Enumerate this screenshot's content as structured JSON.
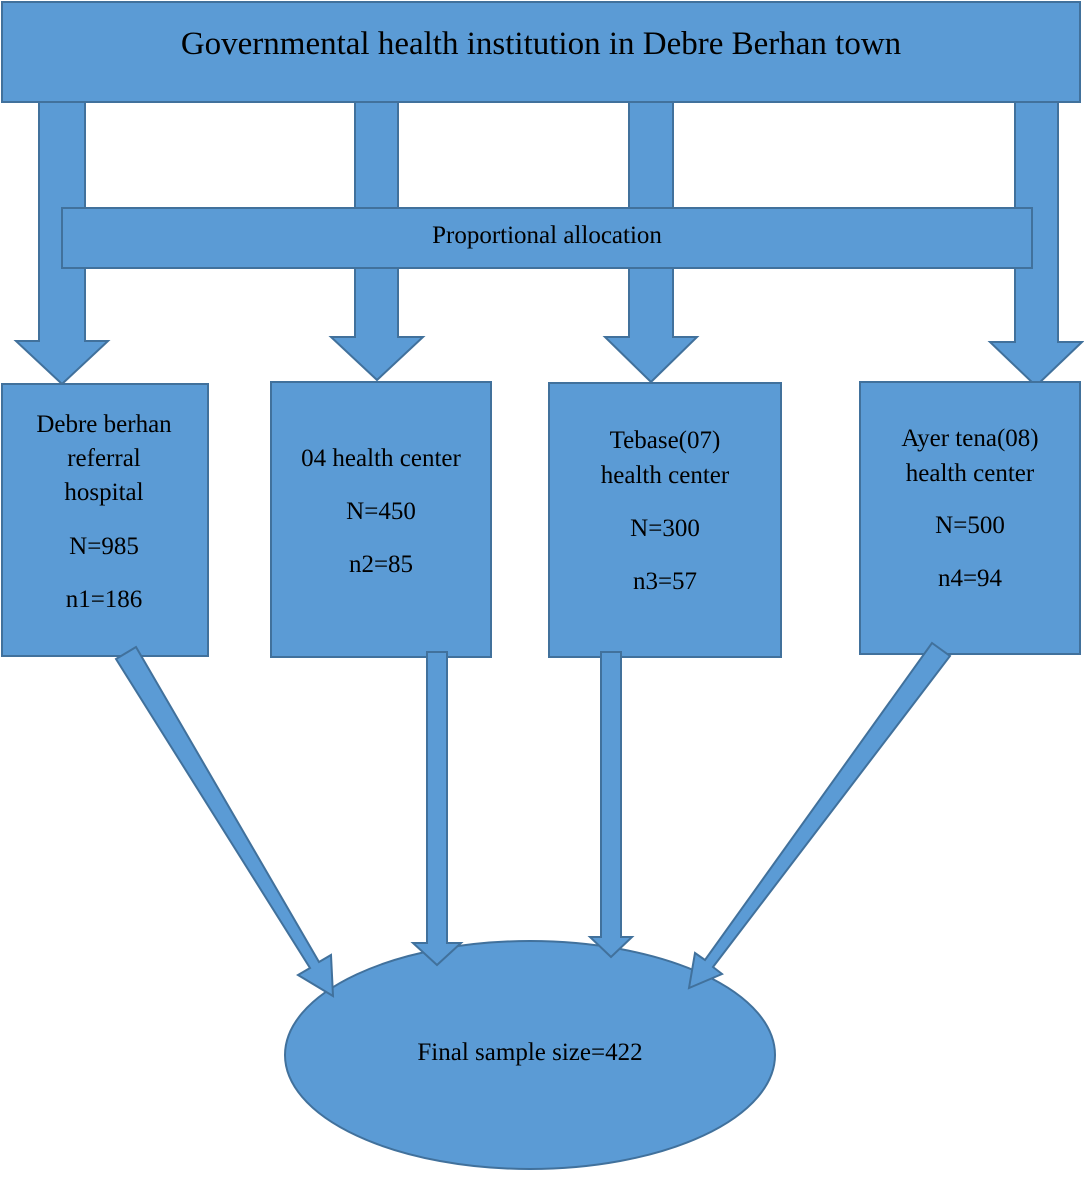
{
  "colors": {
    "fill": "#5B9BD5",
    "stroke": "#41719C"
  },
  "header": {
    "title": "Governmental health institution in Debre Berhan town"
  },
  "allocation": {
    "label": "Proportional allocation"
  },
  "facilities": [
    {
      "name_lines": [
        "Debre berhan",
        "referral",
        "hospital"
      ],
      "population": "N=985",
      "sample": "n1=186"
    },
    {
      "name_lines": [
        "04 health center"
      ],
      "population": "N=450",
      "sample": "n2=85"
    },
    {
      "name_lines": [
        "Tebase(07)",
        "health center"
      ],
      "population": "N=300",
      "sample": "n3=57"
    },
    {
      "name_lines": [
        "Ayer tena(08)",
        "health center"
      ],
      "population": "N=500",
      "sample": "n4=94"
    }
  ],
  "final": {
    "label": "Final sample size=422"
  }
}
